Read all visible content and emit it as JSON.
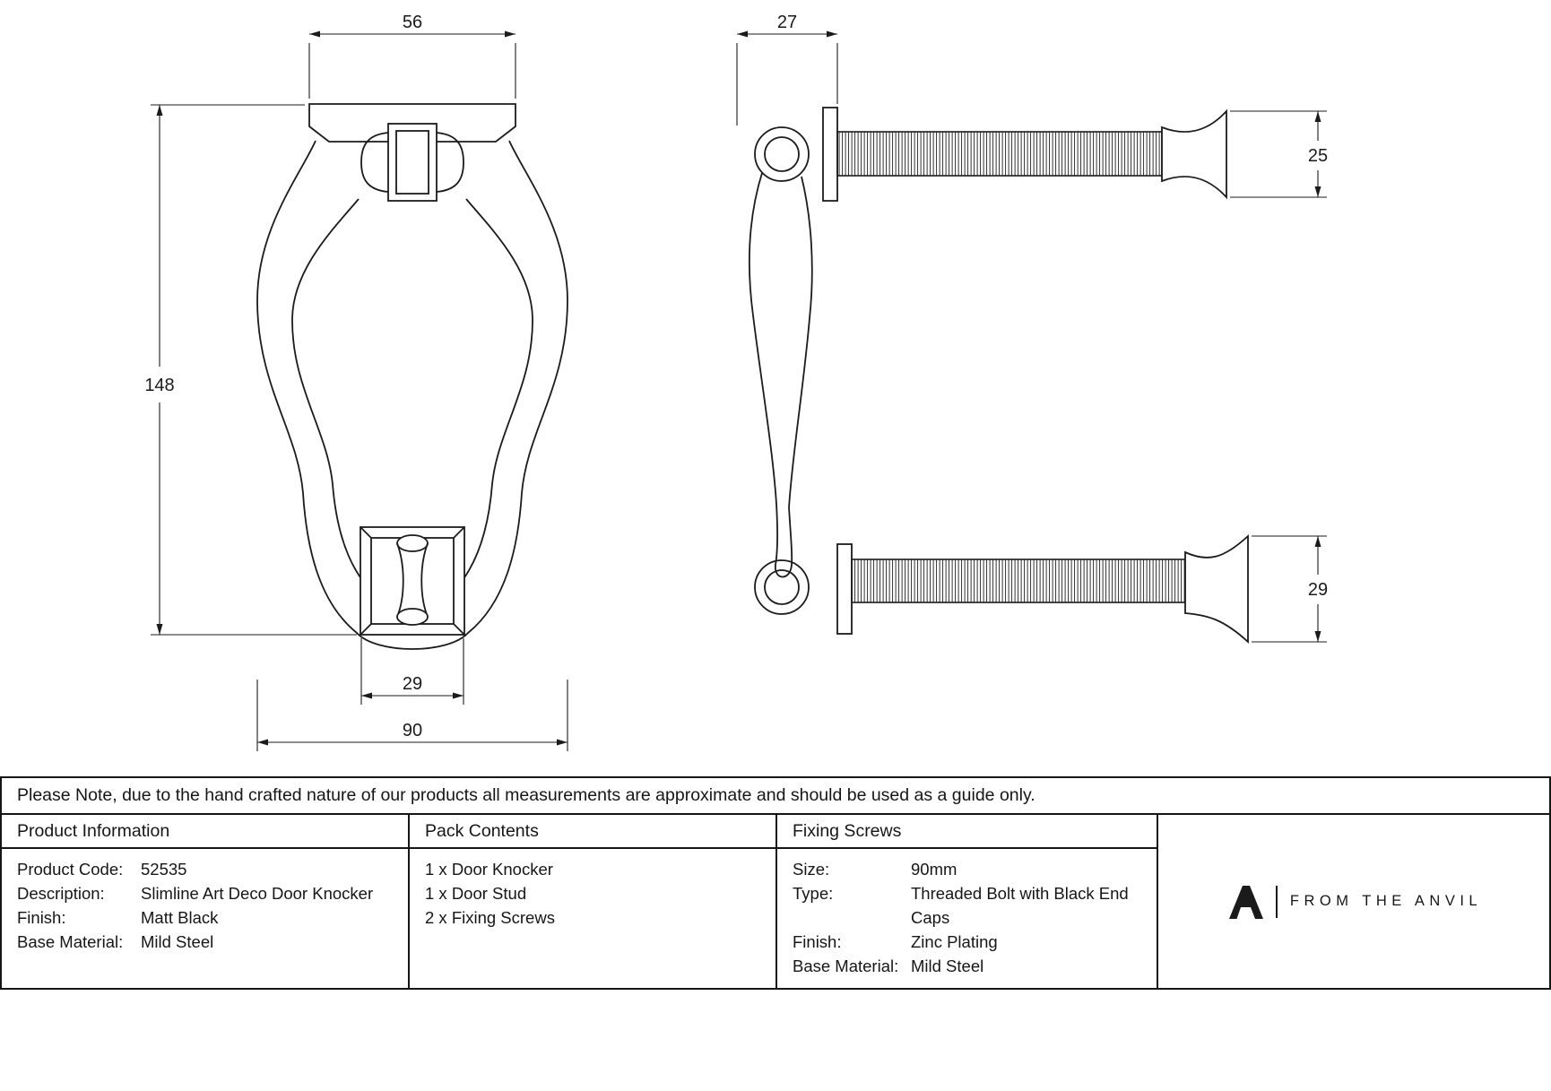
{
  "note": "Please Note, due to the hand crafted nature of our products all measurements are approximate and should be used as a guide only.",
  "dims": {
    "front_top_width": "56",
    "front_height": "148",
    "front_stud_width": "29",
    "front_overall_width": "90",
    "side_depth": "27",
    "side_bolt_top": "25",
    "side_bolt_bottom": "29"
  },
  "table": {
    "product_information": {
      "header": "Product Information",
      "rows": [
        {
          "label": "Product Code:",
          "value": "52535"
        },
        {
          "label": "Description:",
          "value": "Slimline Art Deco Door Knocker"
        },
        {
          "label": "Finish:",
          "value": "Matt Black"
        },
        {
          "label": "Base Material:",
          "value": "Mild Steel"
        }
      ]
    },
    "pack_contents": {
      "header": "Pack Contents",
      "items": [
        "1 x Door Knocker",
        "1 x Door Stud",
        "2 x Fixing Screws"
      ]
    },
    "fixing_screws": {
      "header": "Fixing Screws",
      "rows": [
        {
          "label": "Size:",
          "value": "90mm"
        },
        {
          "label": "Type:",
          "value": "Threaded Bolt with Black End Caps"
        },
        {
          "label": "Finish:",
          "value": "Zinc Plating"
        },
        {
          "label": "Base Material:",
          "value": "Mild Steel"
        }
      ]
    },
    "brand": {
      "name": "FROM THE ANVIL"
    }
  }
}
